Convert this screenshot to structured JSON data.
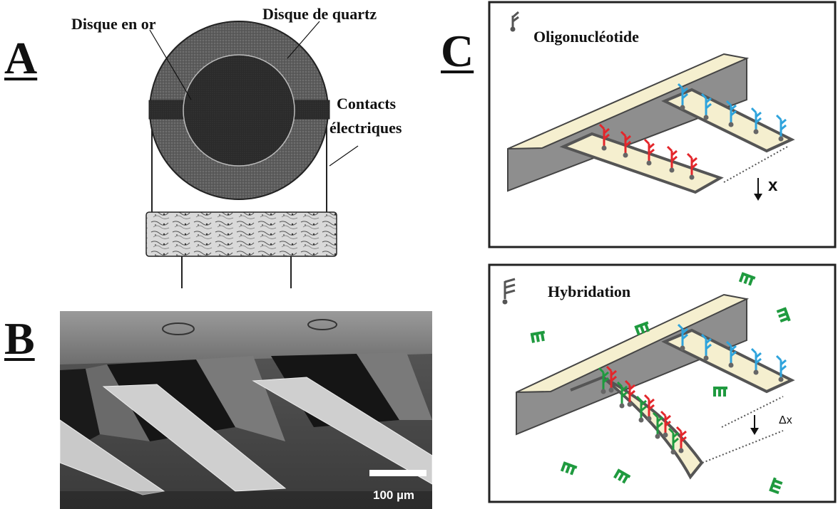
{
  "panels": {
    "a": {
      "letter": "A",
      "labels": {
        "gold_disc": "Disque en or",
        "quartz_disc": "Disque de quartz",
        "contacts_line1": "Contacts",
        "contacts_line2": "électriques"
      }
    },
    "b": {
      "letter": "B",
      "scale_bar": "100 µm"
    },
    "c": {
      "letter": "C",
      "top_box": {
        "title": "Oligonucléotide",
        "deflection": "x"
      },
      "bottom_box": {
        "title": "Hybridation",
        "deflection": "Δx"
      }
    }
  },
  "colors": {
    "cantilever_face": "#f5efcf",
    "cantilever_side": "#8e8e8e",
    "probe_red": "#e3262b",
    "probe_blue": "#2ea3dc",
    "target_green": "#1f9a3f",
    "quartz_gray": "#6b6b6b",
    "gold_dark": "#2b2b2b"
  }
}
